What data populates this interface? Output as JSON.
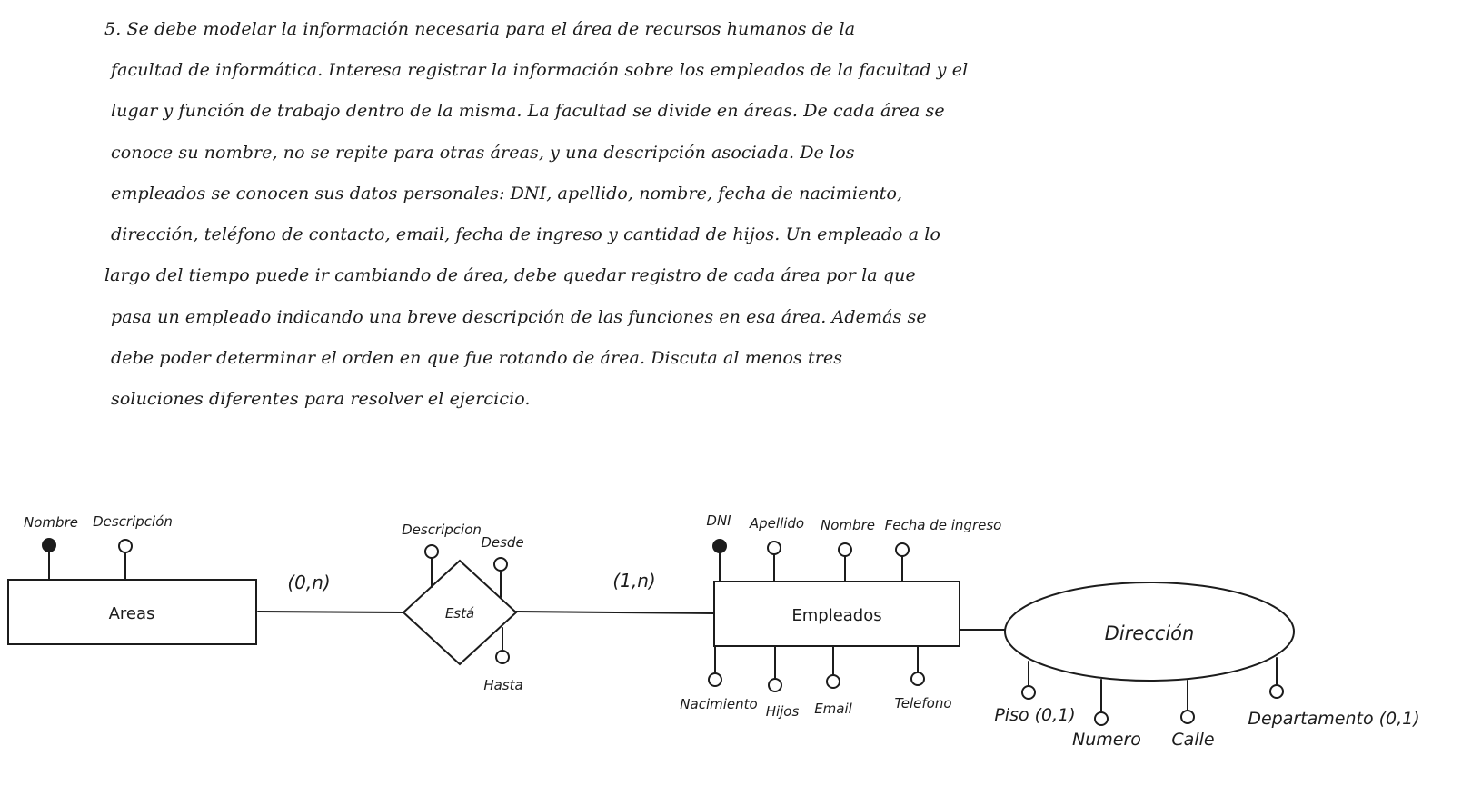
{
  "problem": {
    "lines": [
      "5. Se debe modelar la información necesaria para el área de recursos humanos de la",
      "facultad de informática. Interesa registrar la información sobre los empleados de la facultad y el",
      "lugar y función de trabajo dentro de la misma. La facultad se divide en áreas. De cada área se",
      "conoce su nombre, no se repite para otras áreas, y una descripción asociada. De los",
      "empleados se conocen sus datos personales: DNI, apellido, nombre, fecha de nacimiento,",
      "dirección, teléfono de contacto, email, fecha de ingreso y cantidad de hijos. Un empleado a lo",
      "largo del tiempo puede ir cambiando de área, debe quedar registro de cada área por la que",
      "pasa un empleado indicando una breve descripción de las funciones en esa área. Además se",
      "debe poder determinar el orden en que fue rotando de área. Discuta al menos tres",
      "soluciones diferentes para resolver el ejercicio."
    ]
  },
  "diagram": {
    "areas": {
      "label": "Areas",
      "attributes": {
        "nombre": "Nombre",
        "descripcion": "Descripción"
      }
    },
    "relationship": {
      "label": "Está",
      "attributes": {
        "descripcion": "Descripcion",
        "desde": "Desde",
        "hasta": "Hasta"
      },
      "card_areas": "(0,n)",
      "card_empleados": "(1,n)"
    },
    "empleados": {
      "label": "Empleados",
      "attributes": {
        "dni": "DNI",
        "apellido": "Apellido",
        "nombre": "Nombre",
        "fecha_ingreso": "Fecha de ingreso",
        "nacimiento": "Nacimiento",
        "hijos": "Hijos",
        "email": "Email",
        "telefono": "Telefono"
      }
    },
    "direccion": {
      "label": "Dirección",
      "attributes": {
        "piso": "Piso (0,1)",
        "numero": "Numero",
        "calle": "Calle",
        "departamento": "Departamento (0,1)"
      }
    }
  }
}
